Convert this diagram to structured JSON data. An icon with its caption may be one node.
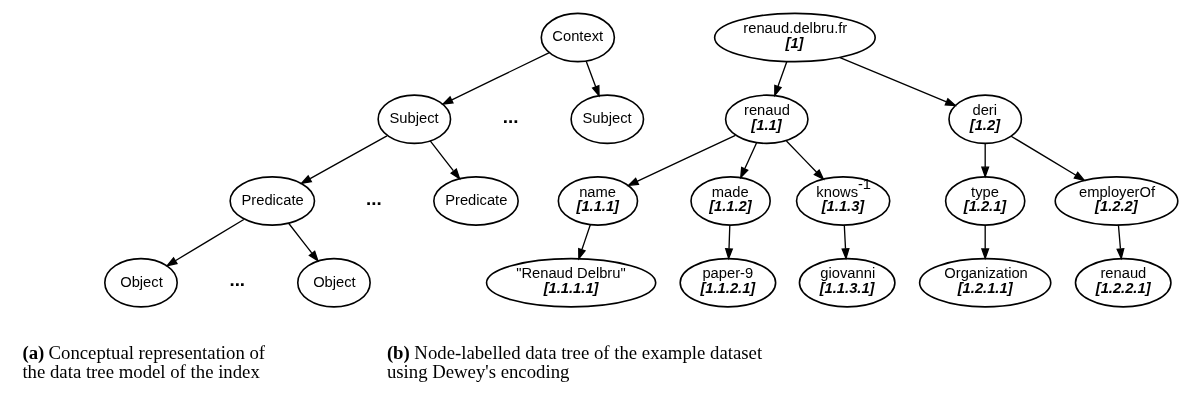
{
  "diagram": {
    "nodes": [
      {
        "text": [
          "Context"
        ]
      },
      {
        "text": [
          "Subject"
        ]
      },
      {
        "text": [
          "Subject"
        ]
      },
      {
        "text": [
          "Predicate"
        ]
      },
      {
        "text": [
          "Predicate"
        ]
      },
      {
        "text": [
          "Object"
        ]
      },
      {
        "text": [
          "Object"
        ]
      },
      {
        "text": [
          "renaud.delbru.fr",
          "[1]"
        ]
      },
      {
        "text": [
          "renaud",
          "[1.1]"
        ]
      },
      {
        "text": [
          "deri",
          "[1.2]"
        ]
      },
      {
        "text": [
          "name",
          "[1.1.1]"
        ]
      },
      {
        "text": [
          "made",
          "[1.1.2]"
        ]
      },
      {
        "text": [
          "knows$^{-1}$",
          "[1.1.3]"
        ]
      },
      {
        "text": [
          "type",
          "[1.2.1]"
        ]
      },
      {
        "text": [
          "employerOf",
          "[1.2.2]"
        ]
      },
      {
        "text": [
          "\"Renaud Delbru\"",
          "[1.1.1.1]"
        ]
      },
      {
        "text": [
          "paper-9",
          "[1.1.2.1]"
        ]
      },
      {
        "text": [
          "giovanni",
          "[1.1.3.1]"
        ]
      },
      {
        "text": [
          "Organization",
          "[1.2.1.1]"
        ]
      },
      {
        "text": [
          "renaud",
          "[1.2.2.1]"
        ]
      }
    ],
    "edges": [
      {
        "from": 0,
        "to": 1,
        "arrow": "to"
      },
      {
        "from": 0,
        "to": 2,
        "arrow": "to"
      },
      {
        "from": 1,
        "to": 3,
        "arrow": "to"
      },
      {
        "from": 1,
        "to": 4,
        "arrow": "to"
      },
      {
        "from": 3,
        "to": 5,
        "arrow": "to"
      },
      {
        "from": 3,
        "to": 6,
        "arrow": "to"
      },
      {
        "from": 7,
        "to": 8,
        "arrow": "to"
      },
      {
        "from": 7,
        "to": 9,
        "arrow": "to"
      },
      {
        "from": 8,
        "to": 10,
        "arrow": "to"
      },
      {
        "from": 8,
        "to": 11,
        "arrow": "to"
      },
      {
        "from": 8,
        "to": 12,
        "arrow": "to"
      },
      {
        "from": 9,
        "to": 13,
        "arrow": "to"
      },
      {
        "from": 9,
        "to": 14,
        "arrow": "to"
      },
      {
        "from": 10,
        "to": 15,
        "arrow": "to"
      },
      {
        "from": 11,
        "to": 16,
        "arrow": "to"
      },
      {
        "from": 12,
        "to": 17,
        "arrow": "to"
      },
      {
        "from": 13,
        "to": 18,
        "arrow": "to"
      },
      {
        "from": 14,
        "to": 19,
        "arrow": "to"
      }
    ],
    "labels": [
      "...",
      "...",
      "...",
      "**(a)** Conceptual representation of the data tree model of the index",
      "**(b)** Node-labelled data tree of the example dataset using Dewey's encoding"
    ]
  }
}
